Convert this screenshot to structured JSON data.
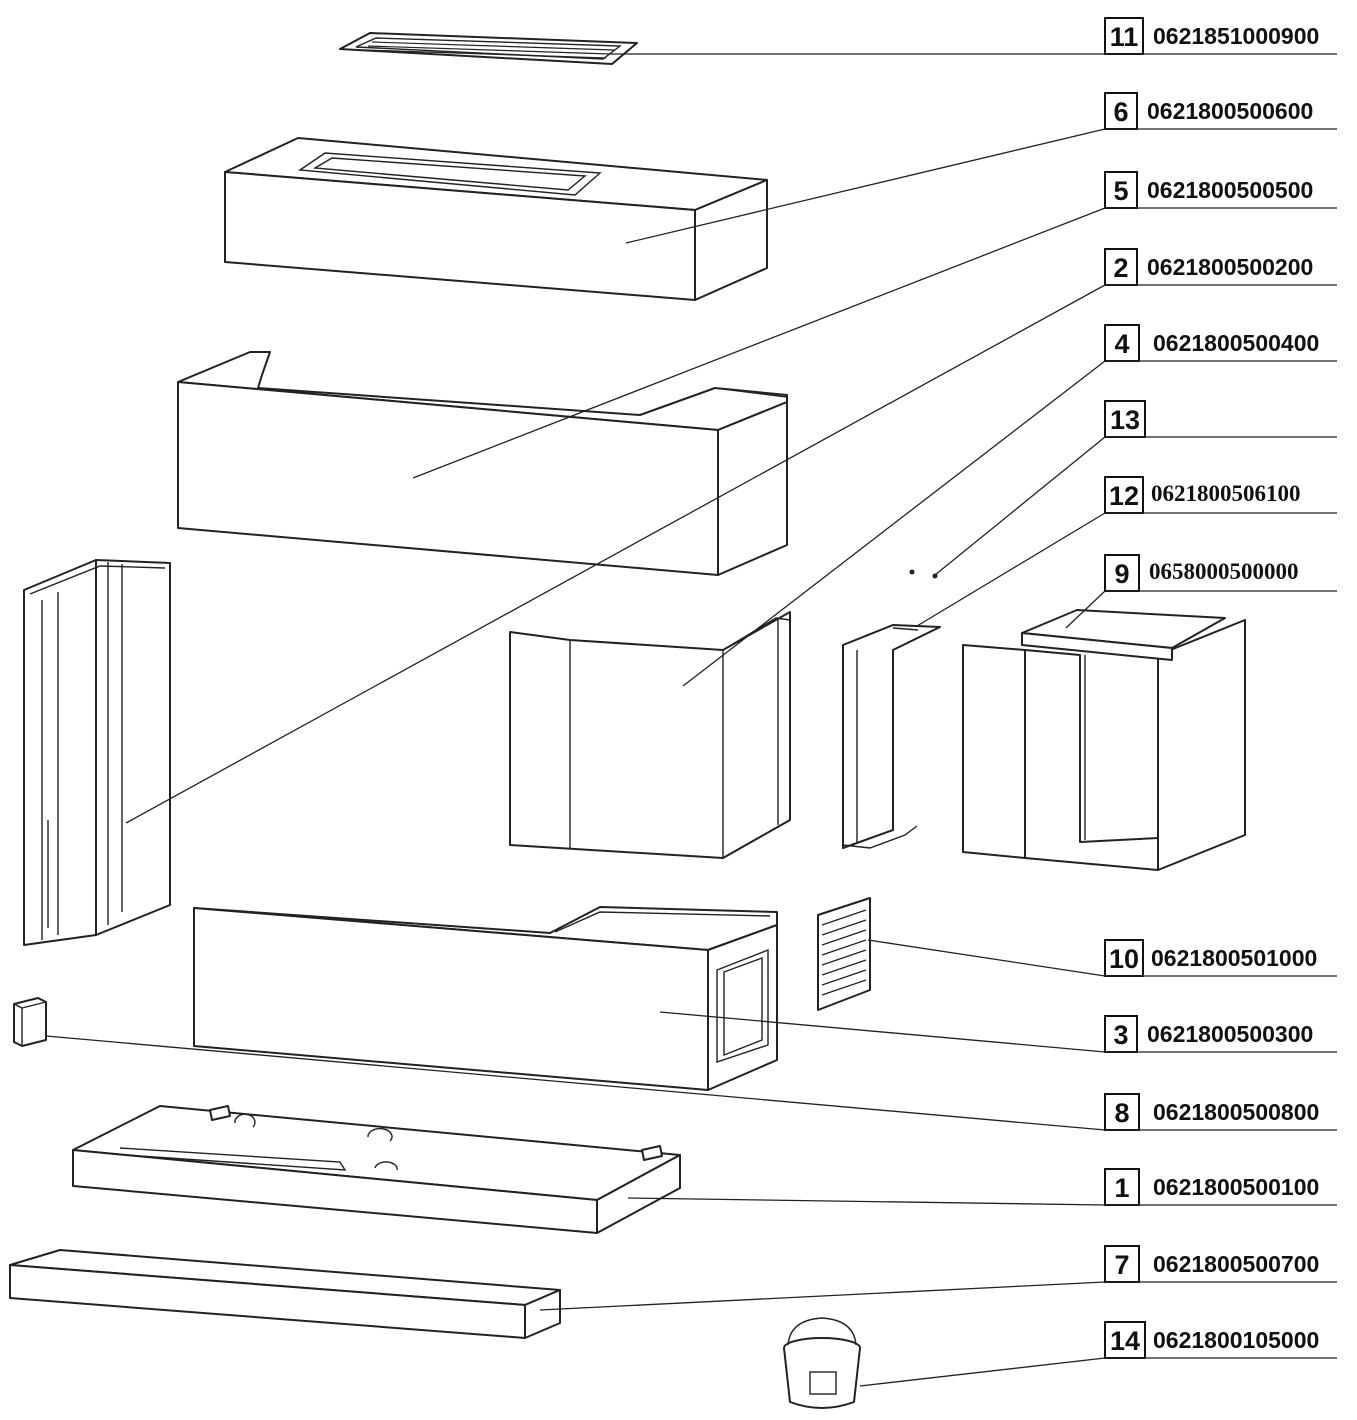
{
  "callouts": [
    {
      "num": "11",
      "code": "0621851000900"
    },
    {
      "num": "6",
      "code": "0621800500600"
    },
    {
      "num": "5",
      "code": "0621800500500"
    },
    {
      "num": "2",
      "code": "0621800500200"
    },
    {
      "num": "4",
      "code": "0621800500400"
    },
    {
      "num": "13",
      "code": ""
    },
    {
      "num": "12",
      "code": "0621800506100"
    },
    {
      "num": "9",
      "code": "0658000500000"
    },
    {
      "num": "10",
      "code": "0621800501000"
    },
    {
      "num": "3",
      "code": "0621800500300"
    },
    {
      "num": "8",
      "code": "0621800500800"
    },
    {
      "num": "1",
      "code": "0621800500100"
    },
    {
      "num": "7",
      "code": "0621800500700"
    },
    {
      "num": "14",
      "code": "0621800105000"
    }
  ]
}
